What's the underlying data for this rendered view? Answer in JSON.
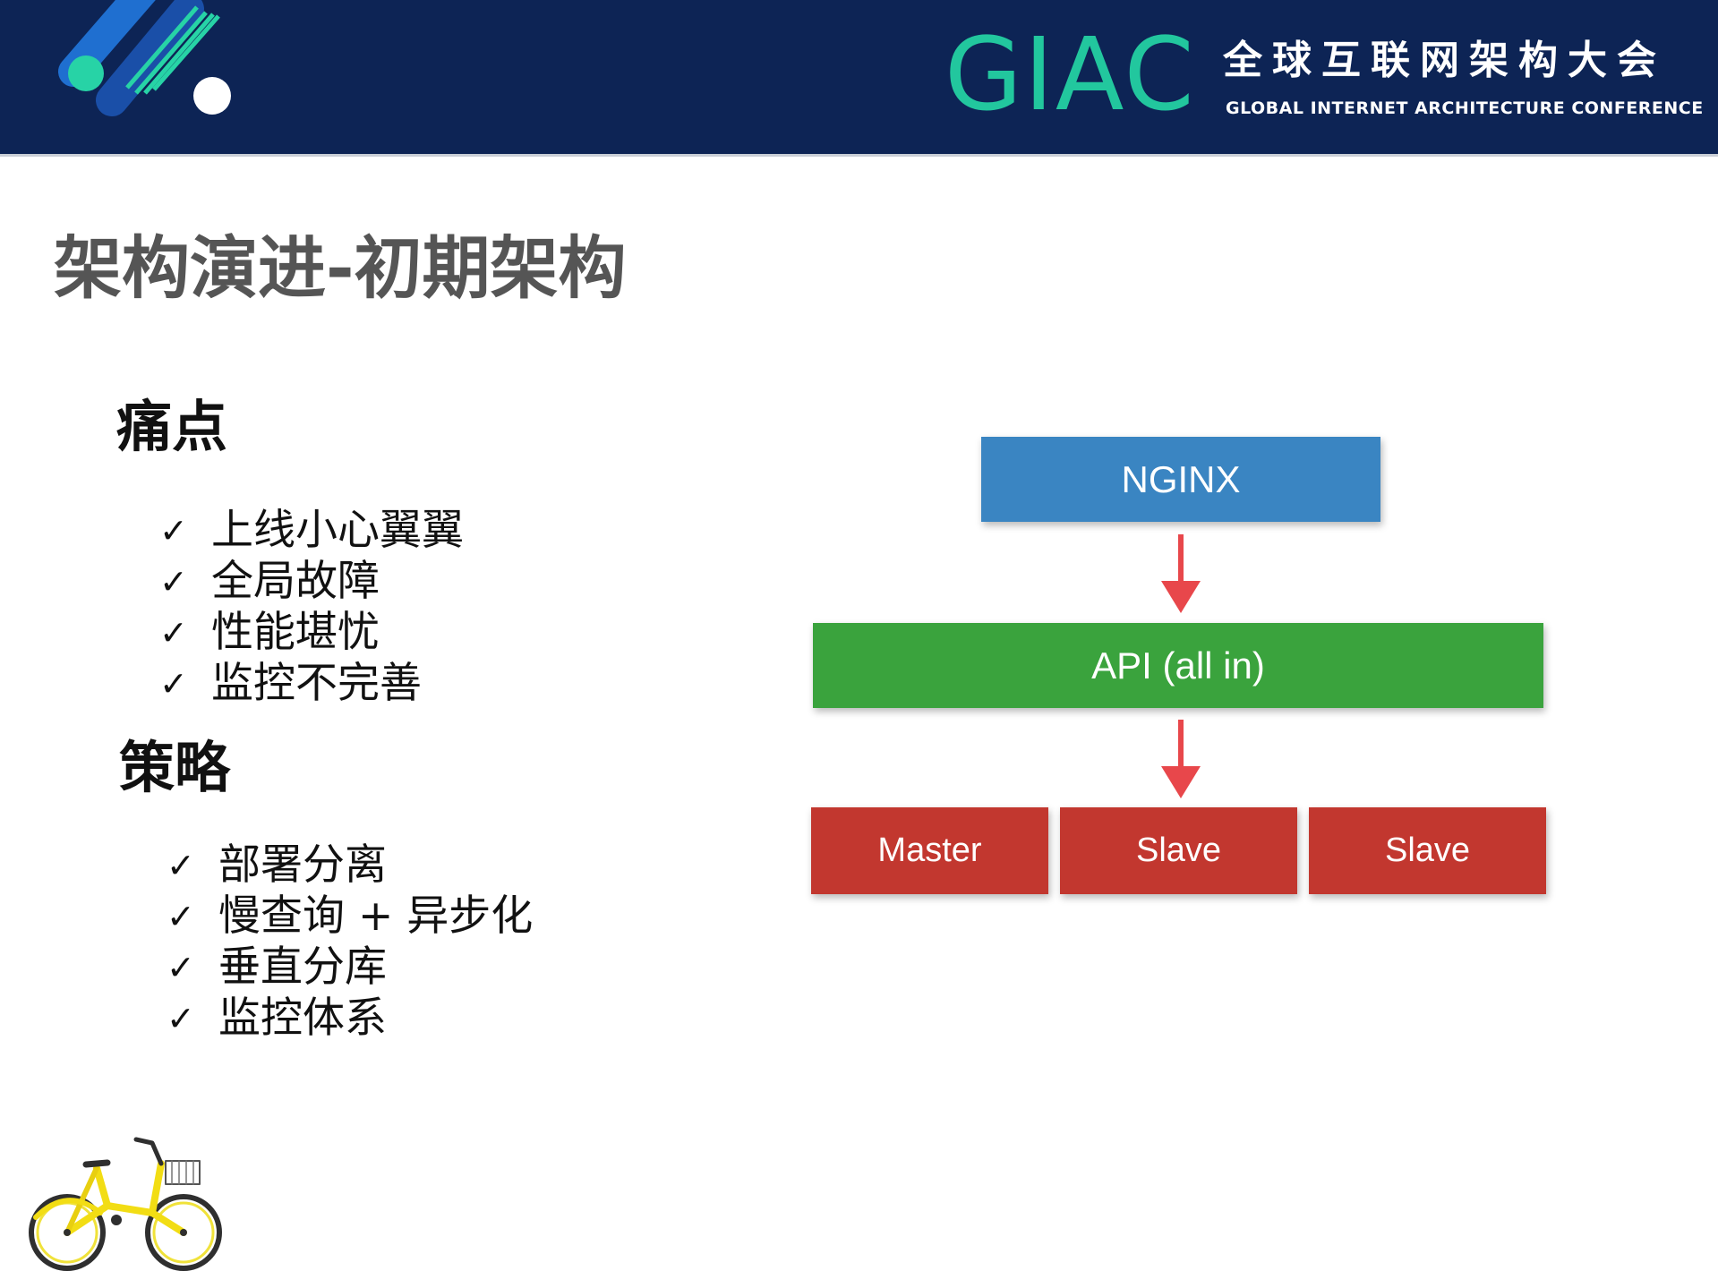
{
  "header": {
    "wordmark": "GIAC",
    "conference_name_cn": "全球互联网架构大会",
    "conference_name_en": "GLOBAL INTERNET ARCHITECTURE CONFERENCE",
    "background_color": "#0d2455",
    "accent_color": "#22c79e"
  },
  "title": "架构演进-初期架构",
  "pain_points": {
    "heading": "痛点",
    "items": [
      {
        "icon": "check-icon",
        "text": "上线小心翼翼"
      },
      {
        "icon": "check-icon",
        "text": "全局故障"
      },
      {
        "icon": "check-icon",
        "text": "性能堪忧"
      },
      {
        "icon": "check-icon",
        "text": "监控不完善"
      }
    ]
  },
  "strategy": {
    "heading": "策略",
    "items": [
      {
        "icon": "check-icon",
        "text": "部署分离"
      },
      {
        "icon": "check-icon",
        "text": "慢查询 + 异步化"
      },
      {
        "icon": "check-icon",
        "text": "垂直分库"
      },
      {
        "icon": "check-icon",
        "text": "监控体系"
      }
    ]
  },
  "diagram": {
    "nginx": {
      "label": "NGINX",
      "color": "#3a85c2"
    },
    "api": {
      "label": "API (all in)",
      "color": "#3aa33d"
    },
    "databases": [
      {
        "label": "Master",
        "color": "#c2372f"
      },
      {
        "label": "Slave",
        "color": "#c2372f"
      },
      {
        "label": "Slave",
        "color": "#c2372f"
      }
    ],
    "arrow_color": "#e8474b"
  },
  "check_glyph": "✓"
}
